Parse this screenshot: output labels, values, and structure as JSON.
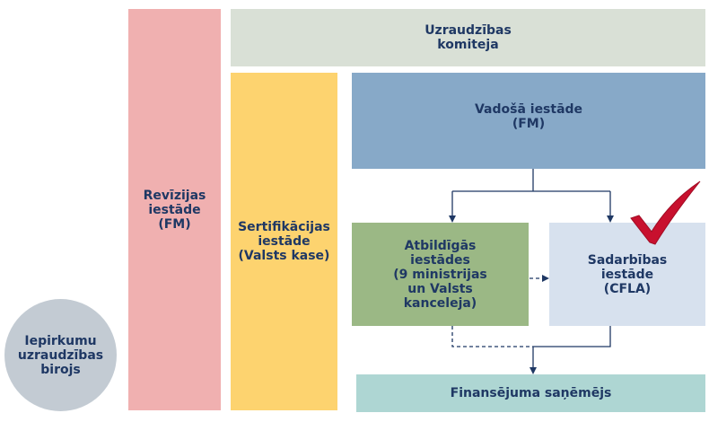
{
  "nodes": {
    "revizijas": {
      "label": "Revīzijas\niestāde\n(FM)",
      "color": "#f0b0b0"
    },
    "uzraudzibas": {
      "label": "Uzraudzības\nkomiteja",
      "color": "#d9e0d6"
    },
    "sertifikacijas": {
      "label": "Sertifikācijas\niestāde\n(Valsts kase)",
      "color": "#fdd36f"
    },
    "vadosa": {
      "label": "Vadošā iestāde\n(FM)",
      "color": "#87a9c8"
    },
    "atbildigas": {
      "label": "Atbildīgās\niestādes\n(9 ministrijas\nun Valsts\nkanceleja)",
      "color": "#9bb885"
    },
    "sadarbibas": {
      "label": "Sadarbības\niestāde\n(CFLA)",
      "color": "#d7e1ee"
    },
    "finansejuma": {
      "label": "Finansējuma saņēmējs",
      "color": "#aed6d3"
    },
    "iepirkumu": {
      "label": "Iepirkumu\nuzraudzības\nbirojs",
      "color": "#c3cbd3"
    }
  },
  "colors": {
    "text": "#1f3864",
    "arrow": "#1f3864",
    "check": "#c8102e"
  },
  "icons": {
    "check": "check-mark-icon"
  }
}
